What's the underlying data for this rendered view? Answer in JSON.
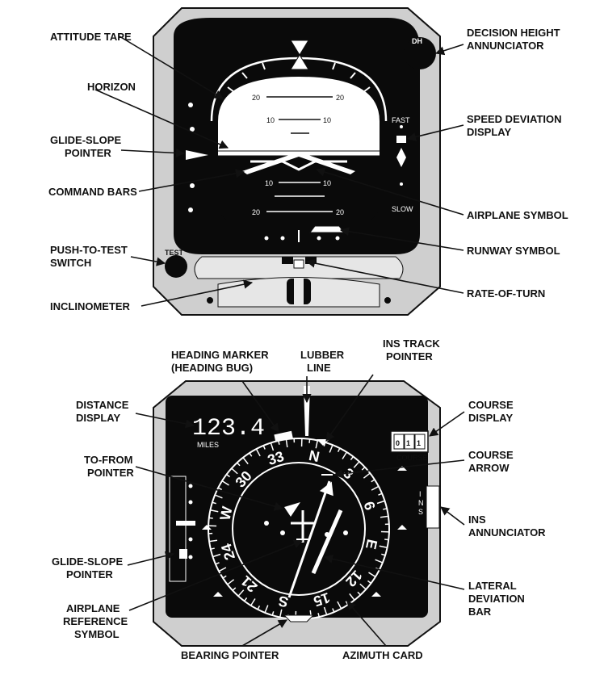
{
  "adi": {
    "labels": {
      "attitude_tape": "ATTITUDE TAPE",
      "horizon": "HORIZON",
      "glide_slope_pointer": [
        "GLIDE-SLOPE",
        "POINTER"
      ],
      "command_bars": "COMMAND BARS",
      "push_to_test": [
        "PUSH-TO-TEST",
        "SWITCH"
      ],
      "inclinometer": "INCLINOMETER",
      "decision_height": [
        "DECISION HEIGHT",
        "ANNUNCIATOR"
      ],
      "speed_deviation": [
        "SPEED DEVIATION",
        "DISPLAY"
      ],
      "airplane_symbol": "AIRPLANE SYMBOL",
      "runway_symbol": "RUNWAY SYMBOL",
      "rate_of_turn": "RATE-OF-TURN"
    },
    "instrument_text": {
      "dh": "DH",
      "fast": "FAST",
      "slow": "SLOW",
      "test": "TEST",
      "pitch_20": "20",
      "pitch_10": "10"
    }
  },
  "hsi": {
    "labels": {
      "heading_marker": [
        "HEADING MARKER",
        "(HEADING BUG)"
      ],
      "lubber_line": [
        "LUBBER",
        "LINE"
      ],
      "ins_track_pointer": [
        "INS TRACK",
        "POINTER"
      ],
      "distance_display": [
        "DISTANCE",
        "DISPLAY"
      ],
      "to_from_pointer": [
        "TO-FROM",
        "POINTER"
      ],
      "glide_slope_pointer": [
        "GLIDE-SLOPE",
        "POINTER"
      ],
      "airplane_reference": [
        "AIRPLANE",
        "REFERENCE",
        "SYMBOL"
      ],
      "bearing_pointer": "BEARING POINTER",
      "azimuth_card": "AZIMUTH CARD",
      "course_display": [
        "COURSE",
        "DISPLAY"
      ],
      "course_arrow": [
        "COURSE",
        "ARROW"
      ],
      "ins_annunciator": [
        "INS",
        "ANNUNCIATOR"
      ],
      "lateral_deviation_bar": [
        "LATERAL",
        "DEVIATION",
        "BAR"
      ]
    },
    "instrument_text": {
      "distance_value": "123.4",
      "miles": "MILES",
      "course_digits": [
        "0",
        "1",
        "1"
      ],
      "course": "COURSE",
      "ins": [
        "I",
        "N",
        "S"
      ],
      "card": [
        "N",
        "3",
        "6",
        "E",
        "12",
        "15",
        "S",
        "21",
        "24",
        "W",
        "30",
        "33"
      ]
    }
  }
}
